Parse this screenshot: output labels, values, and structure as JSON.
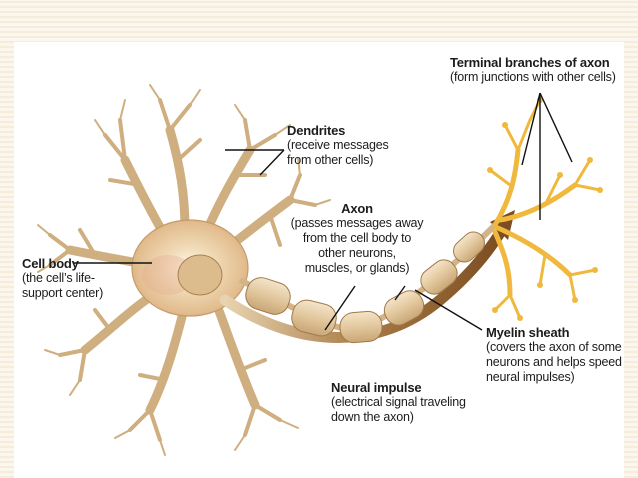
{
  "labels": {
    "terminal": {
      "title": "Terminal branches of axon",
      "desc": "(form junctions with other cells)"
    },
    "dendrites": {
      "title": "Dendrites",
      "desc": "(receive messages\nfrom other cells)"
    },
    "axon": {
      "title": "Axon",
      "desc": "(passes messages away\nfrom the cell body to\nother neurons,\nmuscles, or glands)"
    },
    "cellbody": {
      "title": "Cell body",
      "desc": "(the cell’s life-\nsupport center)"
    },
    "myelin": {
      "title": "Myelin sheath",
      "desc": "(covers the axon of some\nneurons and helps speed\nneural impulses)"
    },
    "impulse": {
      "title": "Neural impulse",
      "desc": "(electrical signal traveling\ndown the axon)"
    }
  },
  "colors": {
    "cell": "#e8cfa5",
    "cell_edge": "#b98d5a",
    "nucleus": "#d8b889",
    "myelin": "#e9d2ae",
    "terminal": "#f3c34a",
    "arrow": "#8a5a2b",
    "line": "#111111"
  }
}
